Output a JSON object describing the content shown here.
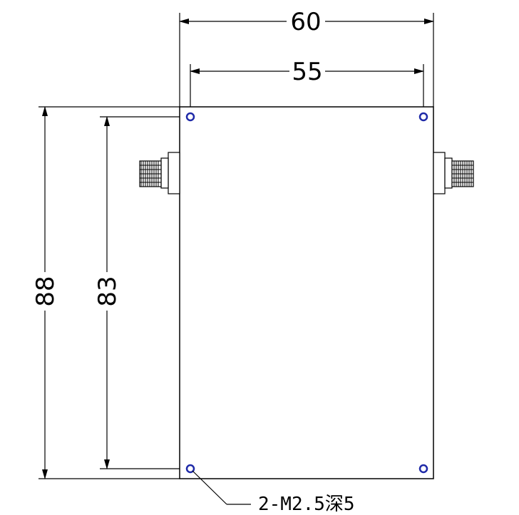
{
  "dimensions": {
    "overall_width": "60",
    "hole_spacing_width": "55",
    "overall_height": "88",
    "hole_spacing_height": "83"
  },
  "callout": {
    "hole_note": "2-M2.5深5"
  },
  "colors": {
    "line": "#000000",
    "hole": "#1f2aa8",
    "background": "#ffffff"
  },
  "icons": {
    "left_connector": "sma-connector-icon",
    "right_connector": "sma-connector-icon"
  }
}
